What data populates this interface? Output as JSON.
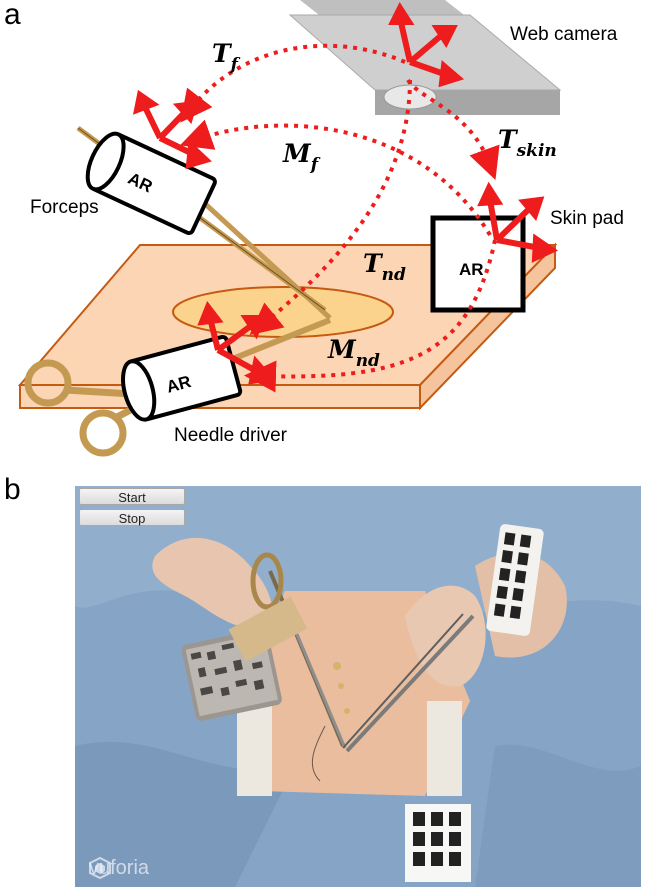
{
  "panels": {
    "a": "a",
    "b": "b"
  },
  "diagram": {
    "labels": {
      "web_camera": "Web camera",
      "forceps": "Forceps",
      "skin_pad": "Skin pad",
      "needle_driver": "Needle driver"
    },
    "marker_text": "AR",
    "transforms": {
      "t_f": {
        "base": "T",
        "sub": "f"
      },
      "m_f": {
        "base": "M",
        "sub": "f"
      },
      "t_skin": {
        "base": "T",
        "sub": "skin"
      },
      "t_nd": {
        "base": "T",
        "sub": "nd"
      },
      "m_nd": {
        "base": "M",
        "sub": "nd"
      }
    },
    "colors": {
      "arrow": "#ee1c1c",
      "pad": "#fcd5b4",
      "pad_edge": "#c55a11",
      "wound": "#fbd38c",
      "instrument": "#c49a52",
      "camera": "#cfcfcf"
    }
  },
  "app": {
    "buttons": {
      "start": "Start",
      "stop": "Stop"
    },
    "watermark": "vuforia"
  }
}
